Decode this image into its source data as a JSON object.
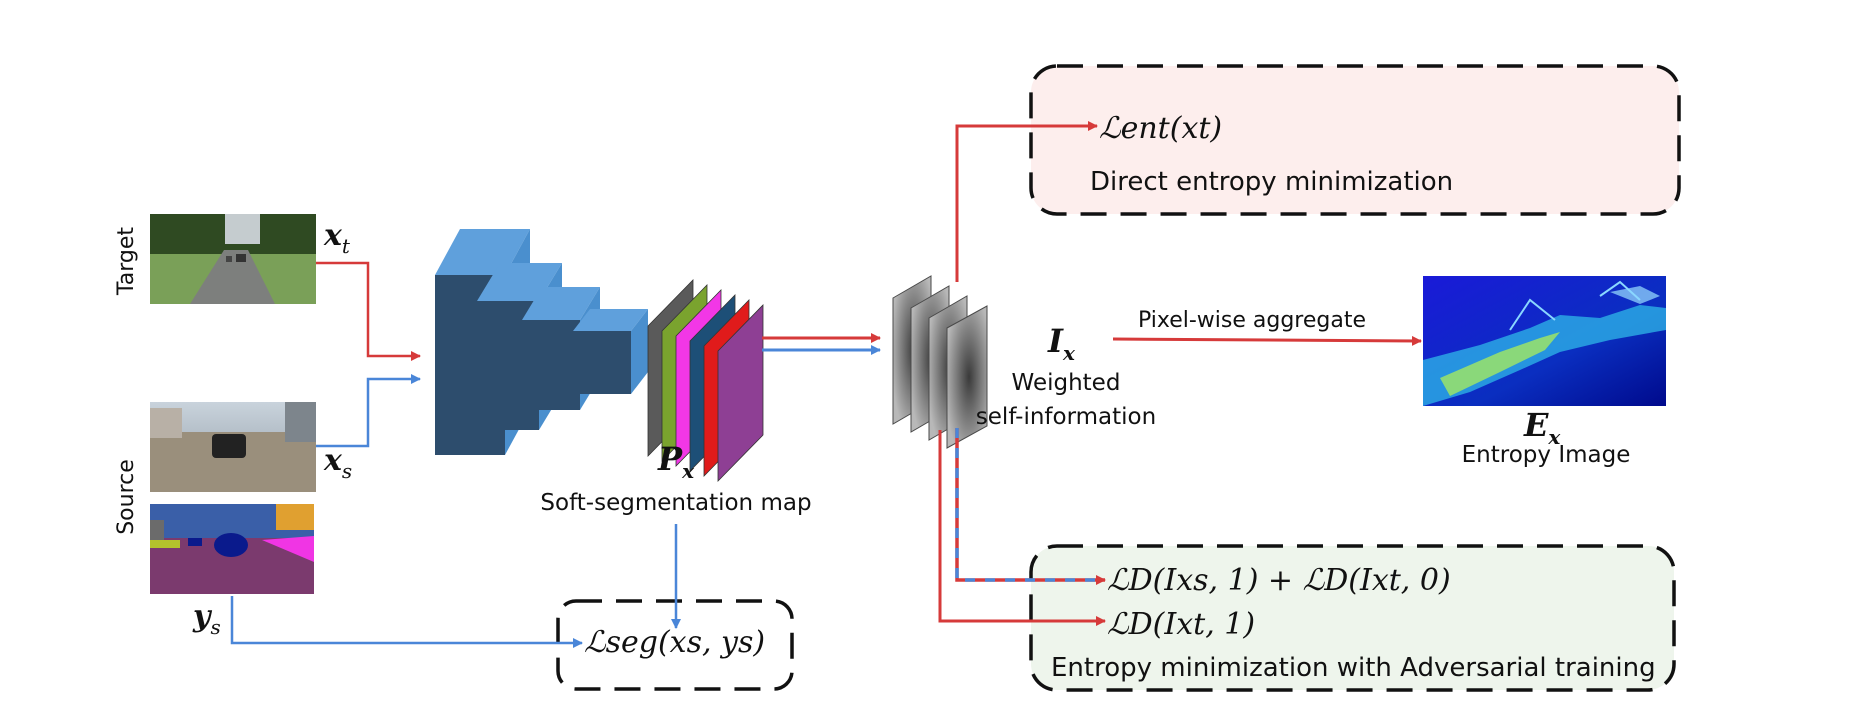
{
  "inputs": {
    "target_label": "Target",
    "source_label": "Source",
    "x_t": "x",
    "x_t_sub": "t",
    "x_s": "x",
    "x_s_sub": "s",
    "y_s": "y",
    "y_s_sub": "s"
  },
  "network": {
    "output_symbol": "P",
    "output_symbol_sub": "x",
    "output_caption": "Soft-segmentation map",
    "layer_colors": [
      "#5a5a5a",
      "#7aa32e",
      "#f237e6",
      "#1d4f77",
      "#e01b1b",
      "#8e3f94"
    ]
  },
  "self_info": {
    "symbol": "I",
    "symbol_sub": "x",
    "caption_line1": "Weighted",
    "caption_line2": "self-information"
  },
  "entropy_image": {
    "arrow_label": "Pixel-wise aggregate",
    "symbol": "E",
    "symbol_sub": "x",
    "caption": "Entropy Image"
  },
  "losses": {
    "direct": {
      "formula": "ℒent(xt)",
      "caption": "Direct entropy minimization"
    },
    "adversarial": {
      "formula1": "ℒD(Ixs, 1) + ℒD(Ixt, 0)",
      "formula2": "ℒD(Ixt, 1)",
      "caption": "Entropy minimization with Adversarial training"
    },
    "segmentation": {
      "formula": "ℒseg(xs, ys)"
    }
  },
  "colors": {
    "red": "#d63a3a",
    "blue": "#4a86d8",
    "direct_bg": "#fdeeed",
    "adversarial_bg": "#eef5ec",
    "block_front": "#2d4d6d",
    "block_side": "#5fa0dc"
  }
}
